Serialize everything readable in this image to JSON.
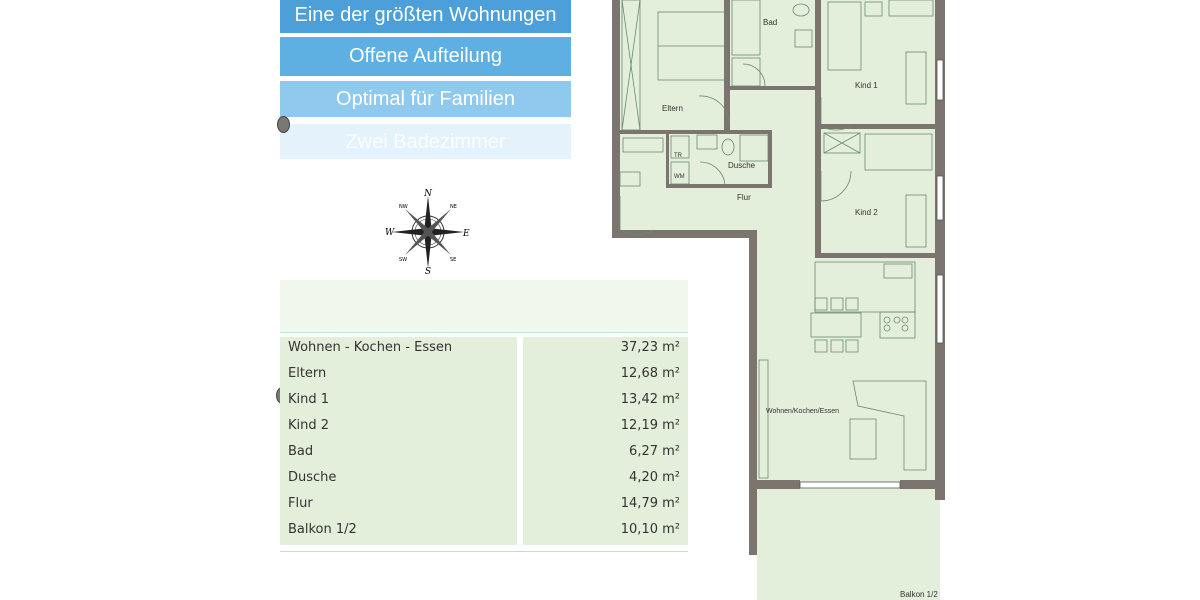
{
  "features": [
    "Eine der größten Wohnungen",
    "Offene Aufteilung",
    "Optimal für Familien",
    "Zwei Badezimmer"
  ],
  "compass": {
    "n": "N",
    "e": "E",
    "s": "S",
    "w": "W",
    "ne": "NE",
    "nw": "NW",
    "se": "SE",
    "sw": "SW"
  },
  "areas": [
    {
      "room": "Wohnen - Kochen - Essen",
      "size": "37,23 m²"
    },
    {
      "room": "Eltern",
      "size": "12,68 m²"
    },
    {
      "room": "Kind 1",
      "size": "13,42 m²"
    },
    {
      "room": "Kind 2",
      "size": "12,19 m²"
    },
    {
      "room": "Bad",
      "size": "6,27 m²"
    },
    {
      "room": "Dusche",
      "size": "4,20 m²"
    },
    {
      "room": "Flur",
      "size": "14,79 m²"
    },
    {
      "room": "Balkon 1/2",
      "size": "10,10 m²"
    }
  ],
  "plan_labels": {
    "bad": "Bad",
    "eltern": "Eltern",
    "kind1": "Kind 1",
    "kind2": "Kind 2",
    "dusche": "Dusche",
    "tr": "TR",
    "wm": "WM",
    "flur": "Flur",
    "wohnen": "Wohnen/Kochen/Essen",
    "balkon": "Balkon 1/2"
  },
  "colors": {
    "banner_dark": "#4c9fd9",
    "banner_mid": "#5eb0e3",
    "banner_light": "#8fcaee",
    "floor": "#e3eedb",
    "wall": "#7b746f"
  }
}
